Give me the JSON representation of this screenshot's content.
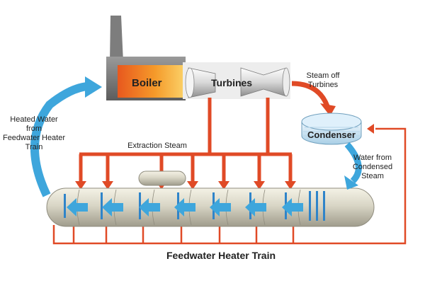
{
  "labels": {
    "boiler": "Boiler",
    "turbines": "Turbines",
    "steam_off": [
      "Steam off",
      "Turbines"
    ],
    "condenser": "Condenser",
    "water_from": [
      "Water from",
      "Condensed",
      "Steam"
    ],
    "extraction": "Extraction Steam",
    "heated": [
      "Heated Water",
      "from",
      "Feedwater Heater",
      "Train"
    ],
    "train": "Feedwater Heater Train"
  },
  "colors": {
    "pipe": "#e04a26",
    "flow_arrow": "#3ea6dc",
    "drum": "#d9d6c6",
    "stack": "#7d7d7d",
    "condenser": "#cfe4f2"
  }
}
